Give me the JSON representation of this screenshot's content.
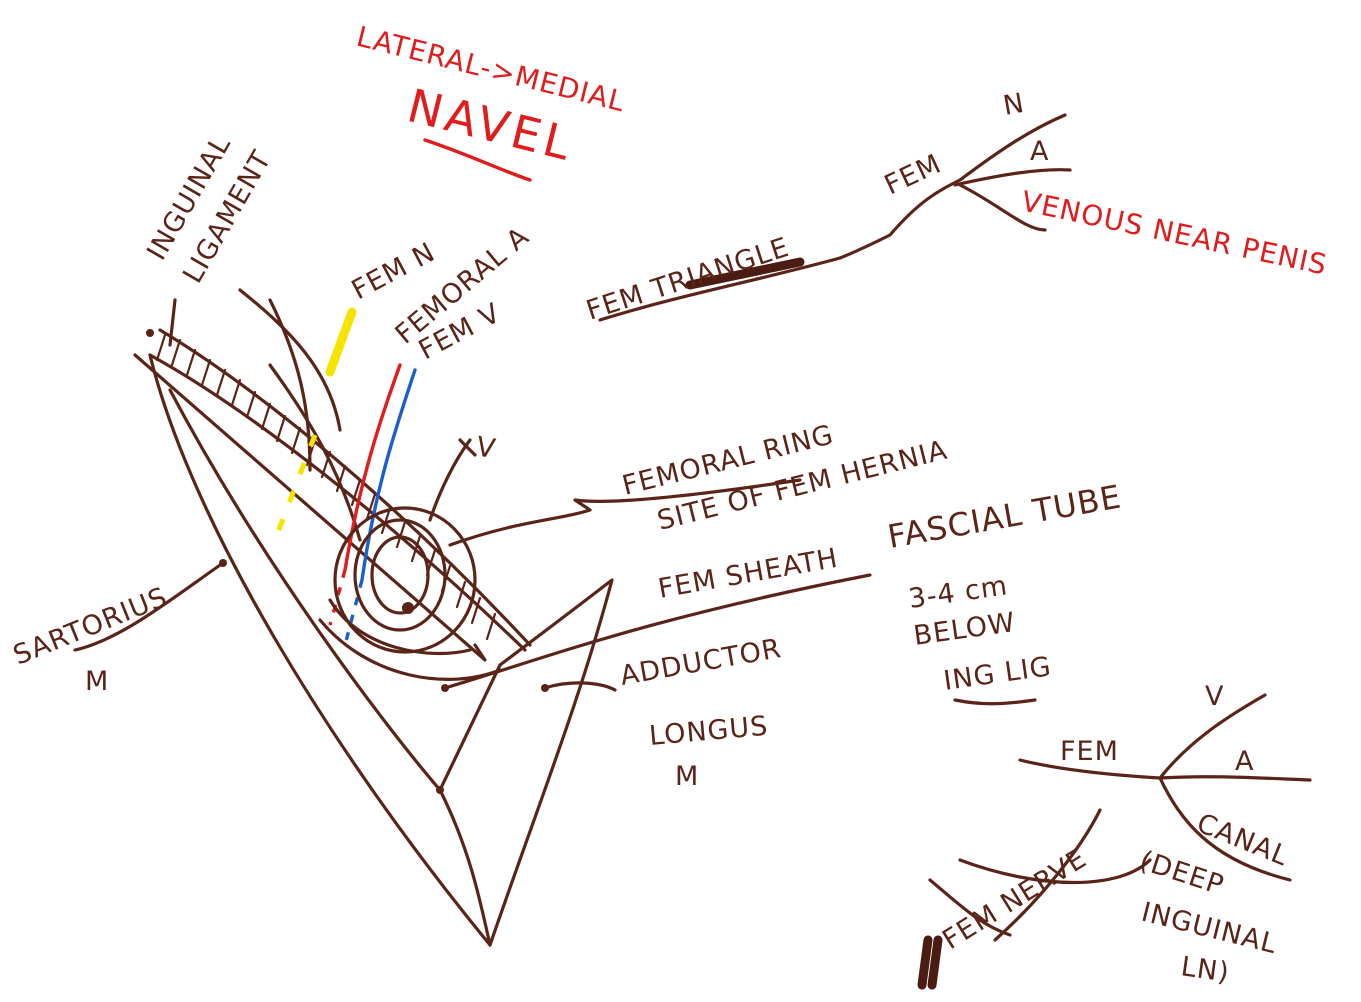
{
  "colors": {
    "ink": "#5a2418",
    "red": "#e01c1c",
    "blue": "#1a5fd0",
    "yellow": "#f5e400"
  },
  "labels": {
    "lateral_medial": "LATERAL->MEDIAL",
    "navel": "NAVEL",
    "inguinal": "INGUINAL",
    "ligament": "LIGAMENT",
    "fem_n": "FEM N",
    "femoral_a": "FEMORAL A",
    "fem_v": "FEM V",
    "fem_triangle": "FEM TRIANGLE",
    "fem": "FEM",
    "n": "N",
    "a": "A",
    "venous_near_penis": "VENOUS NEAR PENIS",
    "v": "V",
    "femoral_ring": "FEMORAL RING",
    "site_of_fem_hernia": "SITE OF FEM HERNIA",
    "fem_sheath": "FEM SHEATH",
    "fascial_tube": "FASCIAL TUBE",
    "distance": "3-4 cm",
    "below": "BELOW",
    "ing_lig": "ING LIG",
    "sartorius": "SARTORIUS",
    "sartorius_m": "M",
    "adductor": "ADDUCTOR",
    "longus": "LONGUS",
    "adductor_m": "M",
    "fem2": "FEM",
    "v2": "V",
    "a2": "A",
    "canal": "CANAL",
    "deep": "(DEEP",
    "inguinal_ln": "INGUINAL",
    "ln": "LN)",
    "fem_nerve": "FEM NERVE"
  }
}
